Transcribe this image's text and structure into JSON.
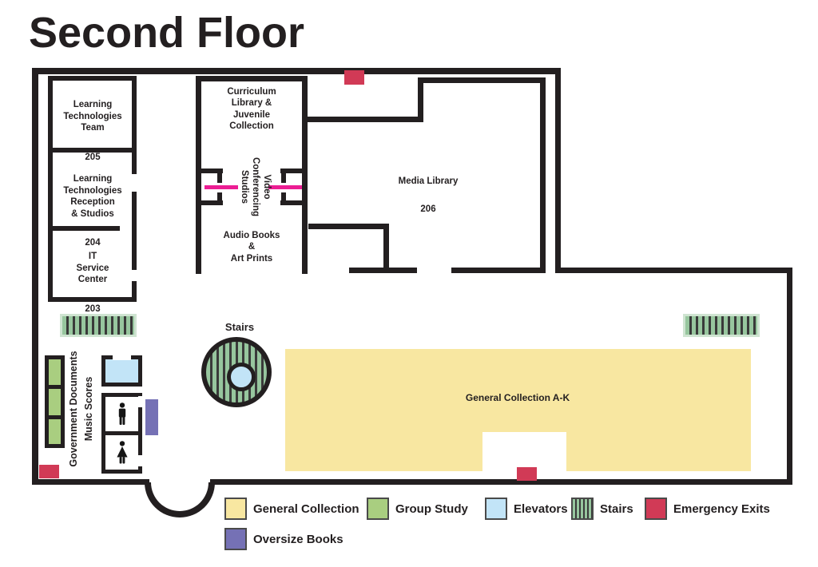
{
  "title": "Second Floor",
  "rooms": {
    "learning_team": {
      "name": "Learning\nTechnologies\nTeam",
      "number": "205"
    },
    "learning_reception": {
      "name": "Learning\nTechnologies\nReception\n& Studios",
      "number": "204"
    },
    "it_service": {
      "name": "IT\nService\nCenter",
      "number": "203"
    },
    "curriculum": {
      "name": "Curriculum\nLibrary &\nJuvenile\nCollection"
    },
    "video_conf": {
      "name": "Video\nConferencing\nStudios"
    },
    "audio_books": {
      "name": "Audio Books\n&\nArt Prints"
    },
    "media_library": {
      "name": "Media Library",
      "number": "206"
    },
    "general_collection": {
      "name": "General Collection A-K"
    },
    "gov_docs": {
      "name": "Government Documents\nMusic Scores"
    },
    "stairs": {
      "name": "Stairs"
    }
  },
  "legend": {
    "items": [
      {
        "label": "General Collection",
        "key": "general-collection"
      },
      {
        "label": "Group Study",
        "key": "group-study"
      },
      {
        "label": "Elevators",
        "key": "elevators"
      },
      {
        "label": "Stairs",
        "key": "stairs"
      },
      {
        "label": "Emergency Exits",
        "key": "emergency-exits"
      },
      {
        "label": "Oversize Books",
        "key": "oversize-books"
      }
    ]
  },
  "colors": {
    "wall": "#231F20",
    "general_collection": "#F8E7A1",
    "group_study": "#A9CE80",
    "elevators": "#C2E4F7",
    "stairs": "#97C69E",
    "emergency_exits": "#D13A56",
    "oversize_books": "#7571B5",
    "door_accent": "#EC1D93"
  }
}
